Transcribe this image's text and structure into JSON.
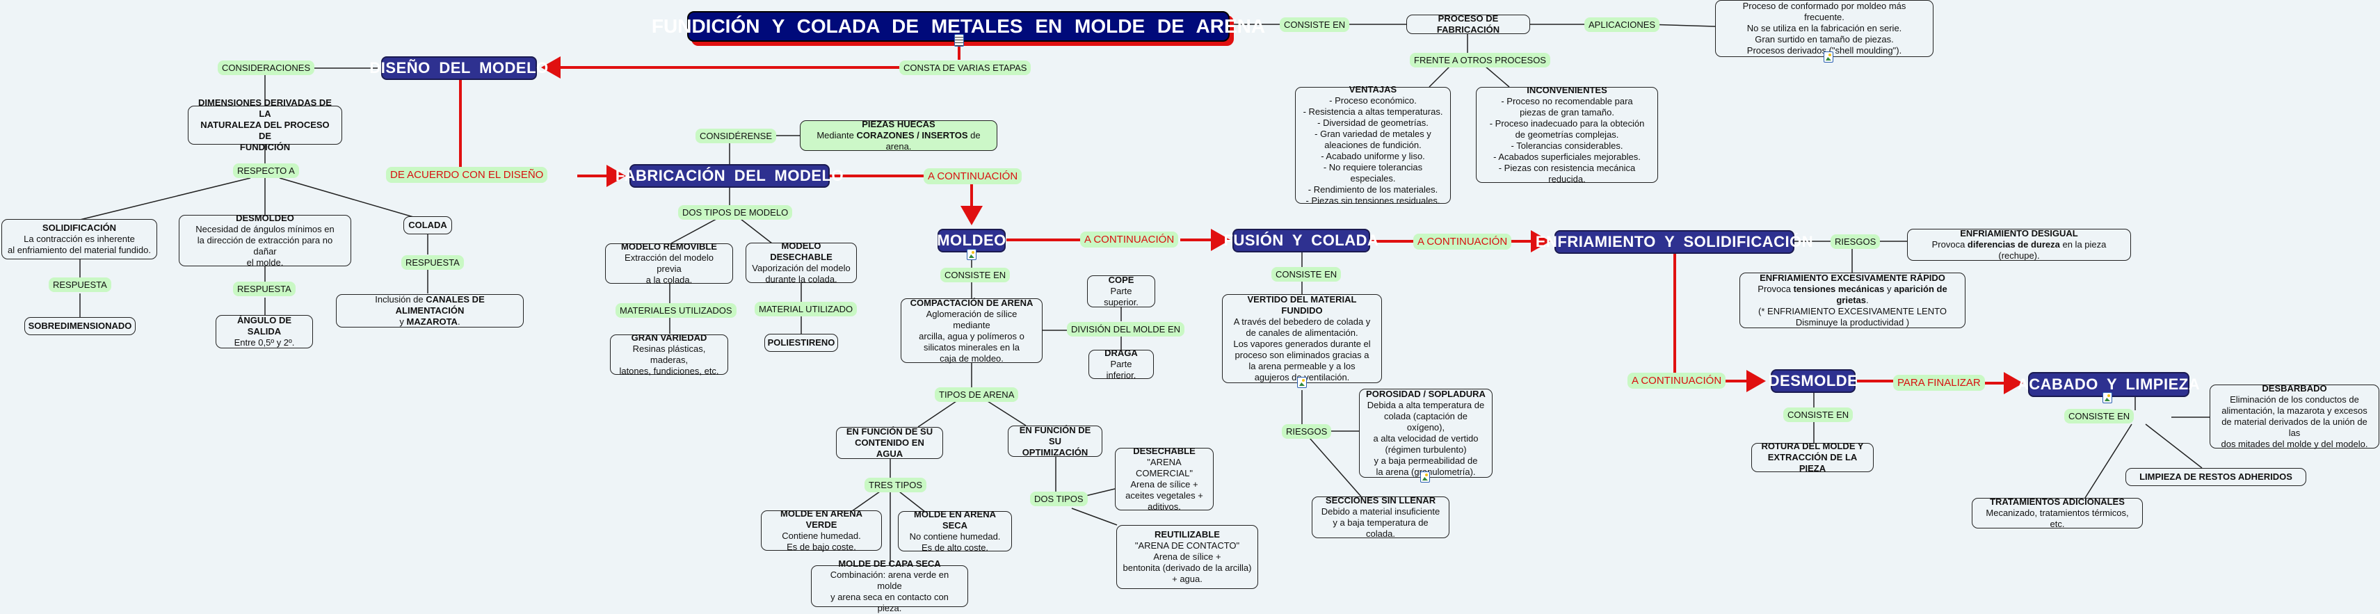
{
  "title": "FUNDICIÓN  Y  COLADA  DE  METALES  EN  MOLDE  DE  ARENA",
  "colors": {
    "background": "#eef4f7",
    "title_fill": "#000a7a",
    "main_node_fill": "#2e3190",
    "label_fill": "#c9f8c4",
    "flow_arrow": "#e01010",
    "flow_label_text": "#d81010"
  },
  "overview": {
    "consiste_en": "CONSISTE EN",
    "proceso": "PROCESO DE FABRICACIÓN",
    "aplicaciones_label": "APLICACIONES",
    "aplicaciones_text": "Proceso de conformado por moldeo más frecuente.\nNo se utiliza en la fabricación en serie.\nGran surtido en tamaño de piezas.\nProcesos derivados (\"shell moulding\").",
    "frente": "FRENTE A OTROS PROCESOS",
    "ventajas_head": "VENTAJAS",
    "ventajas_text": "- Proceso económico.\n- Resistencia a altas temperaturas.\n- Diversidad de geometrías.\n- Gran variedad de metales y\naleaciones de fundición.\n- Acabado uniforme y liso.\n- No requiere tolerancias especiales.\n- Rendimiento de los materiales.\n- Piezas sin tensiones residuales.",
    "inconvenientes_head": "INCONVENIENTES",
    "inconvenientes_text": "- Proceso no recomendable para\npiezas de gran tamaño.\n- Proceso inadecuado para la obteción\nde geometrías complejas.\n- Tolerancias considerables.\n- Acabados superficiales mejorables.\n- Piezas con resistencia mecánica reducida."
  },
  "flow": {
    "consta": "CONSTA DE VARIAS ETAPAS",
    "de_acuerdo": "DE ACUERDO CON EL DISEÑO",
    "a_continuacion": "A CONTINUACIÓN",
    "para_finalizar": "PARA FINALIZAR"
  },
  "diseno": {
    "title": "DISEÑO  DEL  MODELO",
    "consideraciones": "CONSIDERACIONES",
    "dimensiones": "DIMENSIONES DERIVADAS DE LA\nNATURALEZA DEL PROCESO DE\nFUNDICIÓN",
    "respecto": "RESPECTO A",
    "respuesta": "RESPUESTA",
    "solidificacion_head": "SOLIDIFICACIÓN",
    "solidificacion_text": "La contracción es inherente\nal enfriamiento del material fundido.",
    "sobredimensionado": "SOBREDIMENSIONADO",
    "desmoldeo_head": "DESMOLDEO",
    "desmoldeo_text": "Necesidad de ángulos mínimos en\nla dirección de extracción para no dañar\nel molde.",
    "angulo_head": "ÁNGULO DE SALIDA",
    "angulo_text": "Entre 0,5º y 2º.",
    "colada_head": "COLADA",
    "colada_pre": "Inclusión de ",
    "colada_b1": "CANALES DE ALIMENTACIÓN",
    "colada_mid": " y ",
    "colada_b2": "MAZAROTA",
    "colada_end": "."
  },
  "fabricacion": {
    "title": "FABRICACIÓN  DEL  MODELO",
    "considerense": "CONSIDÉRENSE",
    "huecas_head": "PIEZAS HUECAS",
    "huecas_pre": "Mediante ",
    "huecas_b": "CORAZONES / INSERTOS",
    "huecas_end": " de arena.",
    "dos_tipos": "DOS TIPOS DE MODELO",
    "removible_head": "MODELO REMOVIBLE",
    "removible_text": "Extracción del modelo previa\na la colada.",
    "desechable_head": "MODELO DESECHABLE",
    "desechable_text": "Vaporización del modelo\ndurante la colada.",
    "materiales": "MATERIALES UTILIZADOS",
    "material": "MATERIAL UTILIZADO",
    "variedad_head": "GRAN VARIEDAD",
    "variedad_text": "Resinas plásticas, maderas,\nlatones, fundiciones, etc.",
    "poliestireno": "POLIESTIRENO"
  },
  "moldeo": {
    "title": "MOLDEO",
    "consiste_en": "CONSISTE EN",
    "compactacion_head": "COMPACTACIÓN DE ARENA",
    "compactacion_text": "Aglomeración de sílice mediante\narcilla, agua y polímeros o\nsilicatos minerales en la\ncaja de moldeo.",
    "division": "DIVISIÓN DEL MOLDE EN",
    "cope_head": "COPE",
    "cope_text": "Parte superior.",
    "draga_head": "DRAGA",
    "draga_text": "Parte inferior.",
    "tipos_arena": "TIPOS DE ARENA",
    "agua": "EN FUNCIÓN DE SU\nCONTENIDO EN AGUA",
    "optimizacion": "EN FUNCIÓN DE SU\nOPTIMIZACIÓN",
    "tres_tipos": "TRES TIPOS",
    "dos_tipos": "DOS TIPOS",
    "verde_head": "MOLDE EN ARENA VERDE",
    "verde_text": "Contiene humedad.\nEs de bajo coste.",
    "seca_head": "MOLDE EN ARENA SECA",
    "seca_text": "No contiene humedad.\nEs de alto coste.",
    "capa_head": "MOLDE DE CAPA SECA",
    "capa_text": "Combinación: arena verde en molde\ny arena seca en contacto con pieza.",
    "desechable_head": "DESECHABLE",
    "desechable_text": "\"ARENA COMERCIAL\"\nArena de sílice +\naceites vegetales +\naditivos.",
    "reutilizable_head": "REUTILIZABLE",
    "reutilizable_text": "\"ARENA DE CONTACTO\"\nArena de sílice +\nbentonita (derivado de la arcilla)\n+ agua."
  },
  "fusion": {
    "title": "FUSIÓN  Y  COLADA",
    "consiste_en": "CONSISTE EN",
    "vertido_head": "VERTIDO DEL MATERIAL FUNDIDO",
    "vertido_text": "A través del bebedero de colada y\nde canales de alimentación.\nLos vapores generados durante el\nproceso son eliminados gracias a\nla arena permeable y a los\nagujeros de ventilación.",
    "riesgos": "RIESGOS",
    "porosidad_head": "POROSIDAD / SOPLADURA",
    "porosidad_text": "Debida a alta temperatura de\ncolada (captación de oxígeno),\na alta velocidad de vertido\n(régimen turbulento)\ny a baja permeabilidad de\nla arena (granulometría).",
    "secciones_head": "SECCIONES SIN LLENAR",
    "secciones_text": "Debido a material insuficiente\ny a baja temperatura de colada."
  },
  "enfriamiento": {
    "title": "ENFRIAMIENTO  Y  SOLIDIFICACIÓN",
    "riesgos": "RIESGOS",
    "desigual_head": "ENFRIAMIENTO DESIGUAL",
    "desigual_pre": "Provoca ",
    "desigual_b": "diferencias de dureza",
    "desigual_end": " en la pieza (rechupe).",
    "rapido_head": "ENFRIAMIENTO EXCESIVAMENTE RÁPIDO",
    "rapido_pre": "Provoca ",
    "rapido_b1": "tensiones mecánicas",
    "rapido_mid": " y ",
    "rapido_b2": "aparición de grietas",
    "rapido_end": ".",
    "rapido_note": "(* ENFRIAMIENTO EXCESIVAMENTE LENTO\nDisminuye la productividad )"
  },
  "desmolde": {
    "title": "DESMOLDE",
    "consiste_en": "CONSISTE EN",
    "rotura": "ROTURA DEL MOLDE Y\nEXTRACCIÓN DE LA PIEZA"
  },
  "acabado": {
    "title": "ACABADO  Y  LIMPIEZA",
    "consiste_en": "CONSISTE EN",
    "desbarbado_head": "DESBARBADO",
    "desbarbado_text": "Eliminación de los conductos de\nalimentación, la mazarota y excesos\nde material derivados de la unión de las\ndos mitades del molde y del modelo.",
    "limpieza": "LIMPIEZA DE RESTOS ADHERIDOS",
    "tratamientos_head": "TRATAMIENTOS ADICIONALES",
    "tratamientos_text": "Mecanizado, tratamientos térmicos, etc."
  }
}
